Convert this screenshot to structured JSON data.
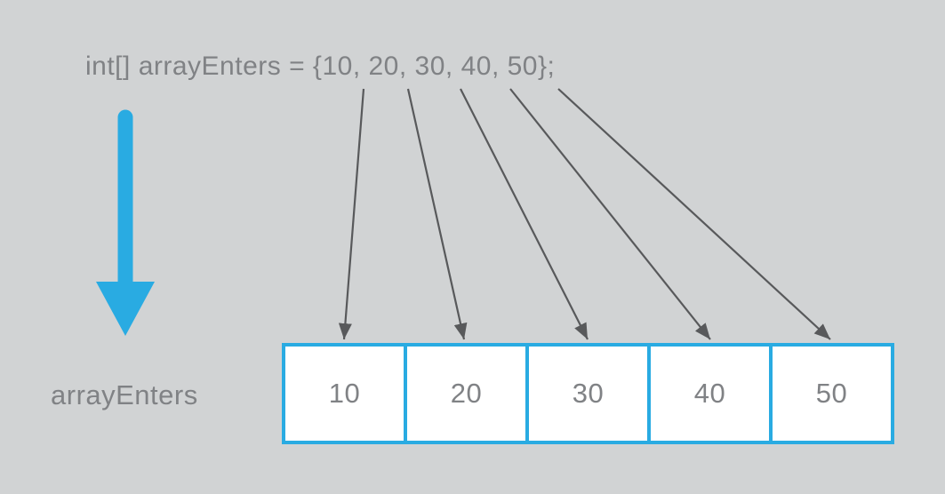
{
  "declaration": {
    "code": "int[] arrayEnters = {10, 20, 30, 40, 50};"
  },
  "array": {
    "label": "arrayEnters",
    "cells": [
      "10",
      "20",
      "30",
      "40",
      "50"
    ]
  },
  "icons": {
    "assignment_arrow": "down-arrow-icon",
    "value_connectors": "value-to-cell-arrow"
  },
  "colors": {
    "background": "#d1d3d4",
    "cell_background": "#ffffff",
    "accent_blue": "#29abe2",
    "text_gray": "#808285",
    "connector_gray": "#58595b"
  }
}
